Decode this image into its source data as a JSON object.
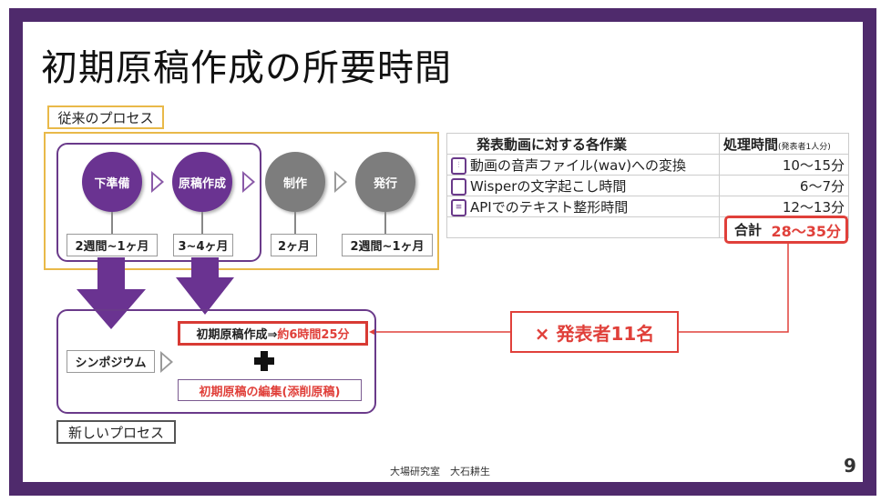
{
  "title": "初期原稿作成の所要時間",
  "old_process": {
    "label": "従来のプロセス",
    "steps": [
      {
        "name": "下準備",
        "duration": "2週間~1ヶ月"
      },
      {
        "name": "原稿作成",
        "duration": "3~4ヶ月"
      },
      {
        "name": "制作",
        "duration": "2ヶ月"
      },
      {
        "name": "発行",
        "duration": "2週間~1ヶ月"
      }
    ]
  },
  "table": {
    "header": [
      "発表動画に対する各作業",
      "処理時間",
      "(発表者1人分)"
    ],
    "rows": [
      {
        "icon": "audio-file-icon",
        "task": "動画の音声ファイル(wav)への変換",
        "time": "10～15分"
      },
      {
        "icon": "document-icon",
        "task": "Wisperの文字起こし時間",
        "time": "6～7分"
      },
      {
        "icon": "text-document-icon",
        "task": "APIでのテキスト整形時間",
        "time": "12～13分"
      }
    ],
    "total_label": "合計",
    "total_value": "28～35分"
  },
  "multiplier": "× 発表者11名",
  "new_process": {
    "label": "新しいプロセス",
    "symposium": "シンポジウム",
    "draft_label": "初期原稿作成⇒",
    "draft_time": "約6時間25分",
    "edit": "初期原稿の編集(添削原稿)"
  },
  "footer": "大場研究室　大石耕生",
  "page_number": "9",
  "colors": {
    "frame": "#4f2a6c",
    "accent": "#6a3391",
    "red": "#e0403a",
    "orange": "#e9b949"
  }
}
